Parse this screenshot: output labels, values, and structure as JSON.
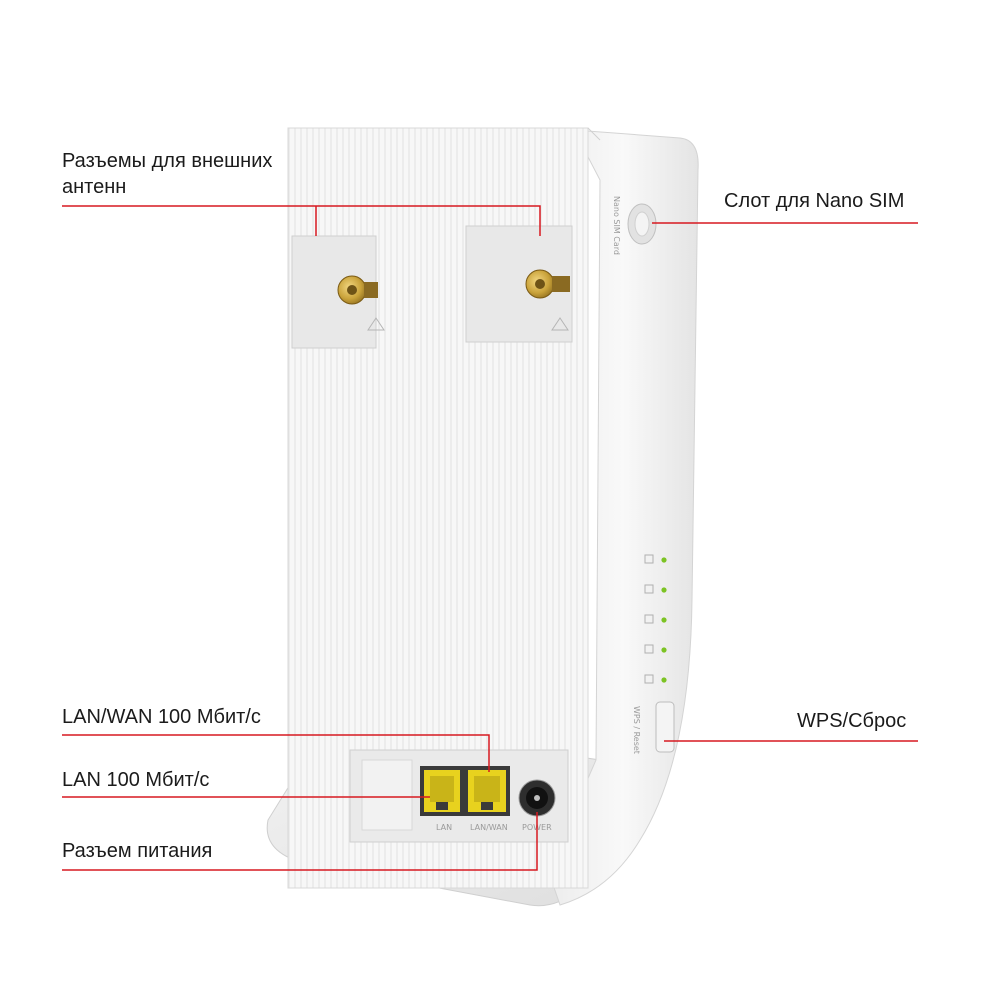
{
  "colors": {
    "accent_line": "#d71920",
    "device_body": "#f6f6f6",
    "device_shadow": "#dcdcdc",
    "port_yellow": "#e8d21e",
    "connector_gold": "#c9a23a",
    "led_green": "#7cc324"
  },
  "callouts": {
    "antennas": "Разъемы для внешних антенн",
    "sim_slot": "Слот для Nano SIM",
    "lan_wan": "LAN/WAN 100 Мбит/с",
    "lan": "LAN 100 Мбит/с",
    "power": "Разъем питания",
    "wps_reset": "WPS/Сброс"
  },
  "device_marks": {
    "sim_card": "Nano SIM Card",
    "port_lan": "LAN",
    "port_lan_wan": "LAN/WAN",
    "port_power": "POWER",
    "wps_button": "WPS / Reset"
  },
  "leds": [
    {
      "icon": "signal-strength-icon",
      "on": true
    },
    {
      "icon": "4g-signal-icon",
      "on": true
    },
    {
      "icon": "wifi-icon",
      "on": true
    },
    {
      "icon": "lan-icon",
      "on": true
    },
    {
      "icon": "power-icon",
      "on": true
    }
  ]
}
